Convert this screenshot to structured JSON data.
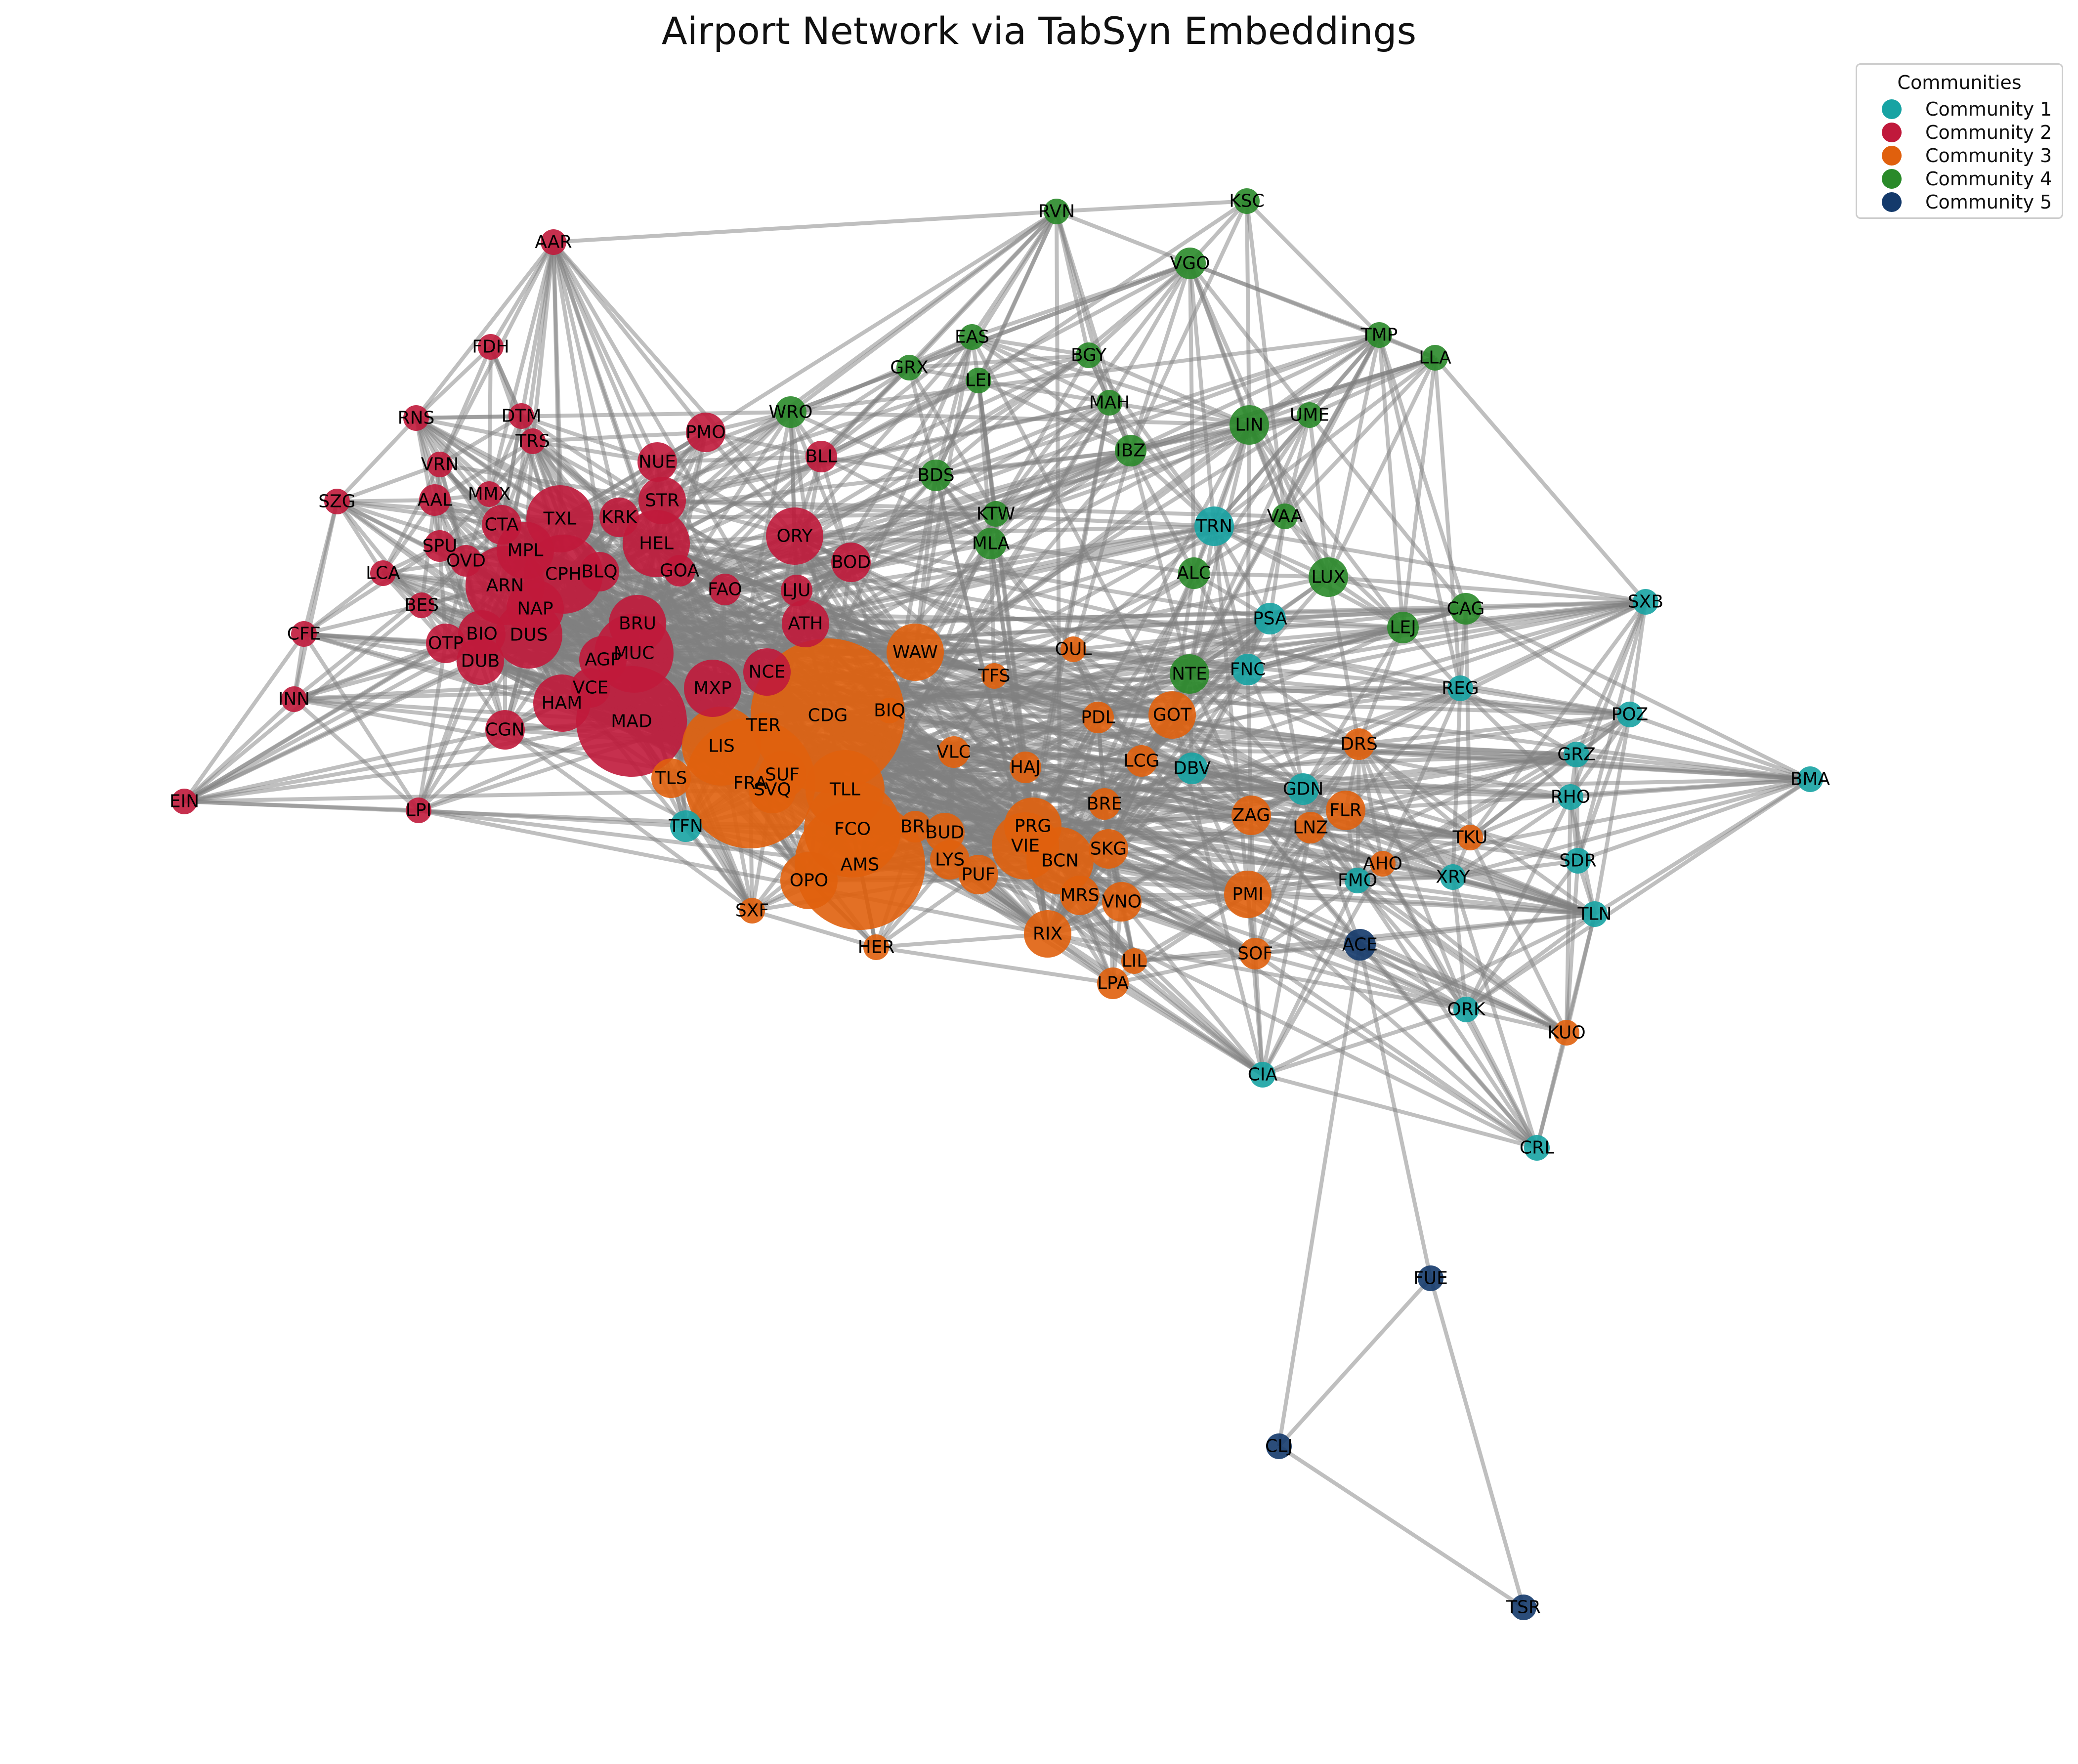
{
  "title": "Airport Network via TabSyn Embeddings",
  "legend": {
    "title": "Communities",
    "items": [
      {
        "label": "Community 1",
        "color": "#17a3a3"
      },
      {
        "label": "Community 2",
        "color": "#c0193b"
      },
      {
        "label": "Community 3",
        "color": "#e0600d"
      },
      {
        "label": "Community 4",
        "color": "#2a8a2a"
      },
      {
        "label": "Community 5",
        "color": "#143a6b"
      }
    ]
  },
  "colors": {
    "edge": "#808080",
    "label": "#000000"
  },
  "nodes": [
    {
      "id": "KSC",
      "c": 4,
      "s": 1
    },
    {
      "id": "RVN",
      "c": 4,
      "s": 1
    },
    {
      "id": "VGO",
      "c": 4,
      "s": 2
    },
    {
      "id": "EAS",
      "c": 4,
      "s": 1
    },
    {
      "id": "TMP",
      "c": 4,
      "s": 1
    },
    {
      "id": "LLA",
      "c": 4,
      "s": 1
    },
    {
      "id": "GRX",
      "c": 4,
      "s": 1
    },
    {
      "id": "BGY",
      "c": 4,
      "s": 1
    },
    {
      "id": "LEI",
      "c": 4,
      "s": 1
    },
    {
      "id": "MAH",
      "c": 4,
      "s": 1
    },
    {
      "id": "WRO",
      "c": 4,
      "s": 2
    },
    {
      "id": "LIN",
      "c": 4,
      "s": 3
    },
    {
      "id": "UME",
      "c": 4,
      "s": 1
    },
    {
      "id": "IBZ",
      "c": 4,
      "s": 2
    },
    {
      "id": "BDS",
      "c": 4,
      "s": 2
    },
    {
      "id": "KTW",
      "c": 4,
      "s": 1
    },
    {
      "id": "VAA",
      "c": 4,
      "s": 1
    },
    {
      "id": "MLA",
      "c": 4,
      "s": 2
    },
    {
      "id": "ALC",
      "c": 4,
      "s": 2
    },
    {
      "id": "LUX",
      "c": 4,
      "s": 3
    },
    {
      "id": "CAG",
      "c": 4,
      "s": 2
    },
    {
      "id": "LEJ",
      "c": 4,
      "s": 2
    },
    {
      "id": "NTE",
      "c": 4,
      "s": 3
    },
    {
      "id": "AAR",
      "c": 2,
      "s": 1
    },
    {
      "id": "FDH",
      "c": 2,
      "s": 1
    },
    {
      "id": "RNS",
      "c": 2,
      "s": 1
    },
    {
      "id": "DTM",
      "c": 2,
      "s": 1
    },
    {
      "id": "TRS",
      "c": 2,
      "s": 1
    },
    {
      "id": "PMO",
      "c": 2,
      "s": 3
    },
    {
      "id": "BLL",
      "c": 2,
      "s": 2
    },
    {
      "id": "NUE",
      "c": 2,
      "s": 3
    },
    {
      "id": "VRN",
      "c": 2,
      "s": 1
    },
    {
      "id": "SZG",
      "c": 2,
      "s": 1
    },
    {
      "id": "AAL",
      "c": 2,
      "s": 2
    },
    {
      "id": "MMX",
      "c": 2,
      "s": 1
    },
    {
      "id": "STR",
      "c": 2,
      "s": 4
    },
    {
      "id": "CTA",
      "c": 2,
      "s": 3
    },
    {
      "id": "TXL",
      "c": 2,
      "s": 6
    },
    {
      "id": "KRK",
      "c": 2,
      "s": 3
    },
    {
      "id": "HEL",
      "c": 2,
      "s": 6
    },
    {
      "id": "ORY",
      "c": 2,
      "s": 5
    },
    {
      "id": "BOD",
      "c": 2,
      "s": 3
    },
    {
      "id": "SPU",
      "c": 2,
      "s": 2
    },
    {
      "id": "OVD",
      "c": 2,
      "s": 2
    },
    {
      "id": "MPL",
      "c": 2,
      "s": 5
    },
    {
      "id": "LCA",
      "c": 2,
      "s": 1
    },
    {
      "id": "ARN",
      "c": 2,
      "s": 7
    },
    {
      "id": "CPH",
      "c": 2,
      "s": 7
    },
    {
      "id": "BLQ",
      "c": 2,
      "s": 3
    },
    {
      "id": "GOA",
      "c": 2,
      "s": 2
    },
    {
      "id": "FAO",
      "c": 2,
      "s": 2
    },
    {
      "id": "LJU",
      "c": 2,
      "s": 2
    },
    {
      "id": "BES",
      "c": 2,
      "s": 1
    },
    {
      "id": "NAP",
      "c": 2,
      "s": 5
    },
    {
      "id": "ATH",
      "c": 2,
      "s": 4
    },
    {
      "id": "CFE",
      "c": 2,
      "s": 1
    },
    {
      "id": "BRU",
      "c": 2,
      "s": 5
    },
    {
      "id": "OTP",
      "c": 2,
      "s": 3
    },
    {
      "id": "BIO",
      "c": 2,
      "s": 4
    },
    {
      "id": "DUS",
      "c": 2,
      "s": 6
    },
    {
      "id": "AGP",
      "c": 2,
      "s": 4
    },
    {
      "id": "MUC",
      "c": 2,
      "s": 7
    },
    {
      "id": "DUB",
      "c": 2,
      "s": 4
    },
    {
      "id": "INN",
      "c": 2,
      "s": 1
    },
    {
      "id": "MXP",
      "c": 2,
      "s": 5
    },
    {
      "id": "NCE",
      "c": 2,
      "s": 4
    },
    {
      "id": "VCE",
      "c": 2,
      "s": 3
    },
    {
      "id": "HAM",
      "c": 2,
      "s": 5
    },
    {
      "id": "MAD",
      "c": 2,
      "s": 9
    },
    {
      "id": "CGN",
      "c": 2,
      "s": 3
    },
    {
      "id": "EIN",
      "c": 2,
      "s": 1
    },
    {
      "id": "LPI",
      "c": 2,
      "s": 1
    },
    {
      "id": "WAW",
      "c": 3,
      "s": 5
    },
    {
      "id": "OUL",
      "c": 3,
      "s": 1
    },
    {
      "id": "TFS",
      "c": 3,
      "s": 1
    },
    {
      "id": "CDG",
      "c": 3,
      "s": 11
    },
    {
      "id": "BIQ",
      "c": 3,
      "s": 1
    },
    {
      "id": "TER",
      "c": 3,
      "s": 1
    },
    {
      "id": "PDL",
      "c": 3,
      "s": 2
    },
    {
      "id": "GOT",
      "c": 3,
      "s": 4
    },
    {
      "id": "LIS",
      "c": 3,
      "s": 7
    },
    {
      "id": "VLC",
      "c": 3,
      "s": 2
    },
    {
      "id": "HAJ",
      "c": 3,
      "s": 2
    },
    {
      "id": "LCG",
      "c": 3,
      "s": 2
    },
    {
      "id": "DRS",
      "c": 3,
      "s": 2
    },
    {
      "id": "TLS",
      "c": 3,
      "s": 3
    },
    {
      "id": "FRA",
      "c": 3,
      "s": 10
    },
    {
      "id": "SUF",
      "c": 3,
      "s": 4
    },
    {
      "id": "SVQ",
      "c": 3,
      "s": 4
    },
    {
      "id": "TLL",
      "c": 3,
      "s": 7
    },
    {
      "id": "BRE",
      "c": 3,
      "s": 2
    },
    {
      "id": "ZAG",
      "c": 3,
      "s": 3
    },
    {
      "id": "FLR",
      "c": 3,
      "s": 3
    },
    {
      "id": "LNZ",
      "c": 3,
      "s": 2
    },
    {
      "id": "FCO",
      "c": 3,
      "s": 8
    },
    {
      "id": "BRI",
      "c": 3,
      "s": 2
    },
    {
      "id": "BUD",
      "c": 3,
      "s": 3
    },
    {
      "id": "PRG",
      "c": 3,
      "s": 5
    },
    {
      "id": "VIE",
      "c": 3,
      "s": 6
    },
    {
      "id": "SKG",
      "c": 3,
      "s": 3
    },
    {
      "id": "AMS",
      "c": 3,
      "s": 10
    },
    {
      "id": "LYS",
      "c": 3,
      "s": 3
    },
    {
      "id": "BCN",
      "c": 3,
      "s": 6
    },
    {
      "id": "PUF",
      "c": 3,
      "s": 3
    },
    {
      "id": "OPO",
      "c": 3,
      "s": 5
    },
    {
      "id": "MRS",
      "c": 3,
      "s": 3
    },
    {
      "id": "VNO",
      "c": 3,
      "s": 3
    },
    {
      "id": "PMI",
      "c": 3,
      "s": 4
    },
    {
      "id": "AHO",
      "c": 3,
      "s": 1
    },
    {
      "id": "TKU",
      "c": 3,
      "s": 1
    },
    {
      "id": "SXF",
      "c": 3,
      "s": 1
    },
    {
      "id": "HER",
      "c": 3,
      "s": 1
    },
    {
      "id": "RIX",
      "c": 3,
      "s": 4
    },
    {
      "id": "LIL",
      "c": 3,
      "s": 1
    },
    {
      "id": "SOF",
      "c": 3,
      "s": 2
    },
    {
      "id": "LPA",
      "c": 3,
      "s": 2
    },
    {
      "id": "KUO",
      "c": 3,
      "s": 1
    },
    {
      "id": "TRN",
      "c": 1,
      "s": 3
    },
    {
      "id": "PSA",
      "c": 1,
      "s": 2
    },
    {
      "id": "SXB",
      "c": 1,
      "s": 1
    },
    {
      "id": "FNC",
      "c": 1,
      "s": 2
    },
    {
      "id": "REG",
      "c": 1,
      "s": 1
    },
    {
      "id": "POZ",
      "c": 1,
      "s": 1
    },
    {
      "id": "DBV",
      "c": 1,
      "s": 2
    },
    {
      "id": "GRZ",
      "c": 1,
      "s": 1
    },
    {
      "id": "GDN",
      "c": 1,
      "s": 2
    },
    {
      "id": "RHO",
      "c": 1,
      "s": 1
    },
    {
      "id": "BMA",
      "c": 1,
      "s": 1
    },
    {
      "id": "TFN",
      "c": 1,
      "s": 2
    },
    {
      "id": "SDR",
      "c": 1,
      "s": 1
    },
    {
      "id": "FMO",
      "c": 1,
      "s": 1
    },
    {
      "id": "XRY",
      "c": 1,
      "s": 1
    },
    {
      "id": "TLN",
      "c": 1,
      "s": 1
    },
    {
      "id": "ORK",
      "c": 1,
      "s": 1
    },
    {
      "id": "CIA",
      "c": 1,
      "s": 1
    },
    {
      "id": "CRL",
      "c": 1,
      "s": 1
    },
    {
      "id": "ACE",
      "c": 5,
      "s": 2
    },
    {
      "id": "FUE",
      "c": 5,
      "s": 1
    },
    {
      "id": "CLJ",
      "c": 5,
      "s": 1
    },
    {
      "id": "TSR",
      "c": 5,
      "s": 1
    }
  ]
}
